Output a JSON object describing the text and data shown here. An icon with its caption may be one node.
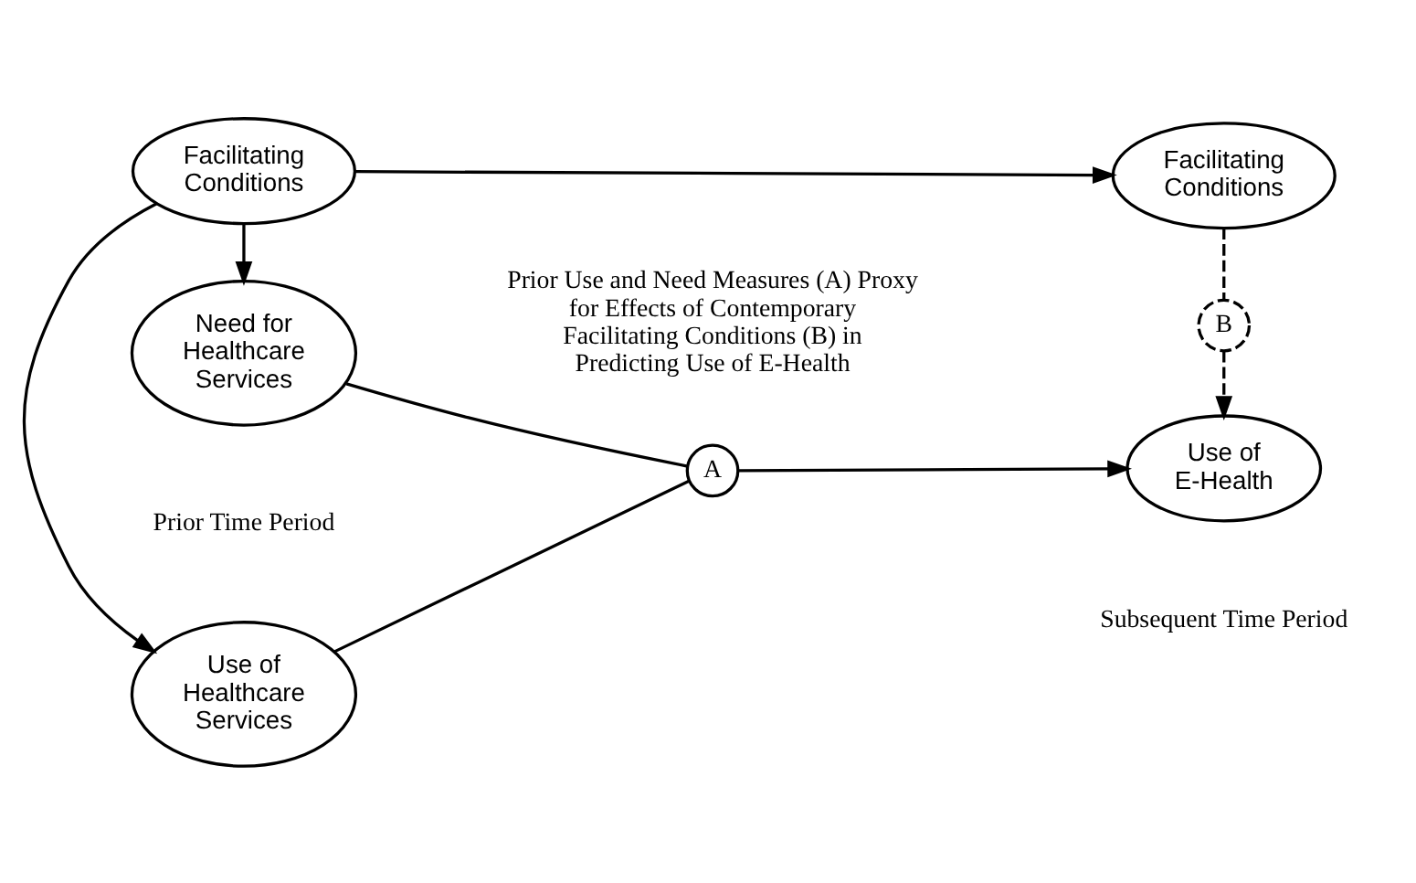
{
  "diagram": {
    "nodes": [
      {
        "text": [
          "Facilitating Conditions"
        ]
      },
      {
        "text": [
          "Facilitating Conditions"
        ]
      },
      {
        "text": [
          "Use of Healthcare Services"
        ]
      },
      {
        "text": [
          "Need for Healthcare Services"
        ]
      },
      {
        "text": [
          "A"
        ]
      },
      {
        "text": [
          "B"
        ]
      },
      {
        "text": [
          "Use of E-Health"
        ]
      }
    ],
    "edges": [
      {
        "from": 0,
        "to": 1,
        "arrow": "to"
      },
      {
        "from": 0,
        "to": 2,
        "arrow": "to"
      },
      {
        "from": 0,
        "to": 3,
        "arrow": "to"
      },
      {
        "from": 2,
        "to": 4,
        "arrow": "none"
      },
      {
        "from": 3,
        "to": 4,
        "arrow": "none"
      },
      {
        "from": 4,
        "to": 6,
        "arrow": "to"
      },
      {
        "from": 1,
        "to": 5,
        "arrow": "none",
        "style": "dashed"
      },
      {
        "from": 5,
        "to": 6,
        "arrow": "to",
        "style": "dashed"
      }
    ],
    "labels": [
      "Prior Use and Need Measures (A) Proxy for Effects of Contemporary Facilitating Conditions (B) in Predicting Use of E-Health",
      "Prior Time Period",
      "Subsequent Time Period"
    ]
  }
}
